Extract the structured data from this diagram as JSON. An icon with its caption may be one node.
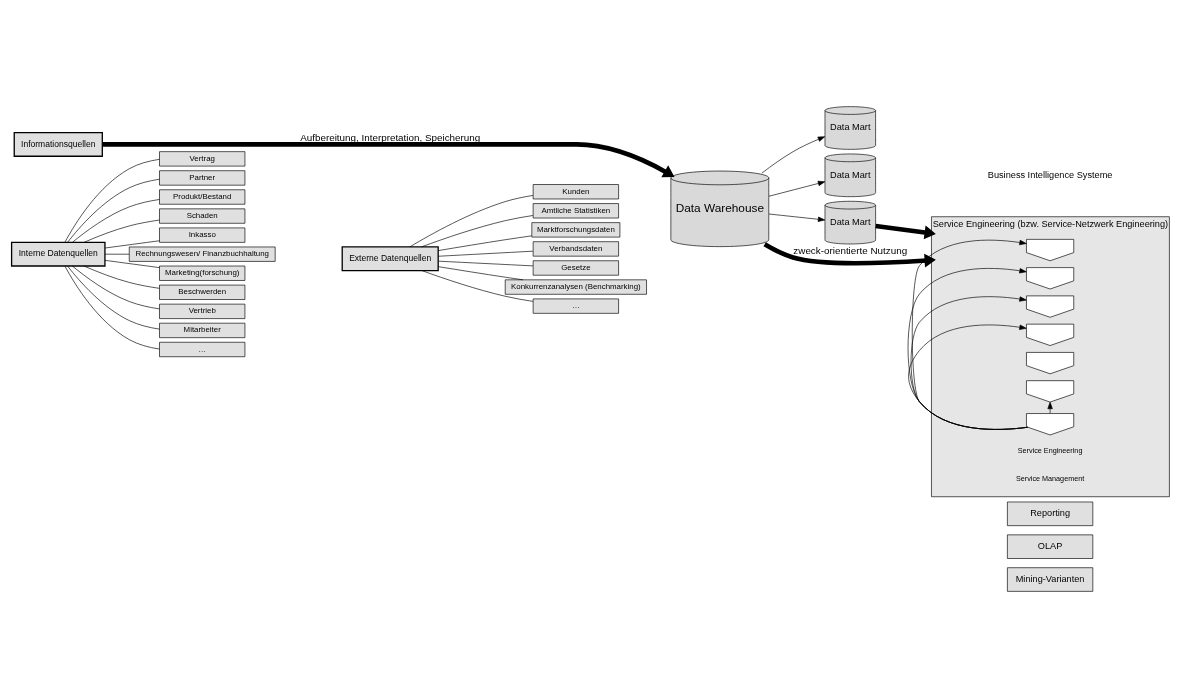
{
  "diagram": {
    "nodes": [
      {
        "text": [
          "Informationsquellen"
        ]
      },
      {
        "text": [
          "Interne Datenquellen"
        ]
      },
      {
        "text": [
          "Vertrag"
        ]
      },
      {
        "text": [
          "Partner"
        ]
      },
      {
        "text": [
          "Produkt/Bestand"
        ]
      },
      {
        "text": [
          "Schaden"
        ]
      },
      {
        "text": [
          "Inkasso"
        ]
      },
      {
        "text": [
          "Rechnungswesen/ Finanzbuchhaltung"
        ]
      },
      {
        "text": [
          "Marketing(forschung)"
        ]
      },
      {
        "text": [
          "Beschwerden"
        ]
      },
      {
        "text": [
          "Vertrieb"
        ]
      },
      {
        "text": [
          "Mitarbeiter"
        ]
      },
      {
        "text": [
          "…"
        ]
      },
      {
        "text": [
          "Externe Datenquellen"
        ]
      },
      {
        "text": [
          "Kunden"
        ]
      },
      {
        "text": [
          "Amtliche Statistiken"
        ]
      },
      {
        "text": [
          "Marktforschungsdaten"
        ]
      },
      {
        "text": [
          "Verbandsdaten"
        ]
      },
      {
        "text": [
          "Gesetze"
        ]
      },
      {
        "text": [
          "Konkurrenzanalysen (Benchmarking)"
        ]
      },
      {
        "text": [
          "…"
        ]
      },
      {
        "text": [
          "Data Warehouse"
        ]
      },
      {
        "text": [
          "Data Mart"
        ]
      },
      {
        "text": [
          "Data Mart"
        ]
      },
      {
        "text": [
          "Data Mart"
        ]
      },
      {
        "text": [
          "Reporting"
        ]
      },
      {
        "text": [
          "OLAP"
        ]
      },
      {
        "text": [
          "Mining-Varianten"
        ]
      },
      {
        "text": [
          "Service Engineering (bzw. Service-Netzwerk Engineering)"
        ]
      },
      {
        "text": [],
        "shape": "pentagon",
        "in": 28
      },
      {
        "text": [],
        "shape": "pentagon",
        "in": 28
      },
      {
        "text": [],
        "shape": "pentagon",
        "in": 28
      },
      {
        "text": [],
        "shape": "pentagon",
        "in": 28
      },
      {
        "text": [],
        "shape": "pentagon",
        "in": 28
      },
      {
        "text": [],
        "shape": "pentagon",
        "in": 28
      },
      {
        "text": [],
        "shape": "pentagon",
        "in": 28
      }
    ],
    "edges": [
      {
        "from": 1,
        "to": 2,
        "arrow": "none"
      },
      {
        "from": 1,
        "to": 3,
        "arrow": "none"
      },
      {
        "from": 1,
        "to": 4,
        "arrow": "none"
      },
      {
        "from": 1,
        "to": 5,
        "arrow": "none"
      },
      {
        "from": 1,
        "to": 6,
        "arrow": "none"
      },
      {
        "from": 1,
        "to": 7,
        "arrow": "none"
      },
      {
        "from": 1,
        "to": 8,
        "arrow": "none"
      },
      {
        "from": 1,
        "to": 9,
        "arrow": "none"
      },
      {
        "from": 1,
        "to": 10,
        "arrow": "none"
      },
      {
        "from": 1,
        "to": 11,
        "arrow": "none"
      },
      {
        "from": 1,
        "to": 12,
        "arrow": "none"
      },
      {
        "from": 13,
        "to": 14,
        "arrow": "none"
      },
      {
        "from": 13,
        "to": 15,
        "arrow": "none"
      },
      {
        "from": 13,
        "to": 16,
        "arrow": "none"
      },
      {
        "from": 13,
        "to": 17,
        "arrow": "none"
      },
      {
        "from": 13,
        "to": 18,
        "arrow": "none"
      },
      {
        "from": 13,
        "to": 19,
        "arrow": "none"
      },
      {
        "from": 13,
        "to": 20,
        "arrow": "none"
      },
      {
        "from": 0,
        "to": 21,
        "arrow": "to",
        "label": "Aufbereitung, Interpretation, Speicherung",
        "style": "thick"
      },
      {
        "from": 21,
        "to": 28,
        "arrow": "to",
        "label": "zweck-orientierte Nutzung",
        "style": "thick"
      },
      {
        "from": 21,
        "to": 22,
        "arrow": "to"
      },
      {
        "from": 21,
        "to": 23,
        "arrow": "to"
      },
      {
        "from": 21,
        "to": 24,
        "arrow": "to"
      },
      {
        "from": 24,
        "to": 28,
        "arrow": "to",
        "style": "thick"
      },
      {
        "from": 35,
        "to": 29,
        "arrow": "to"
      },
      {
        "from": 35,
        "to": 30,
        "arrow": "to"
      },
      {
        "from": 35,
        "to": 31,
        "arrow": "to"
      },
      {
        "from": 35,
        "to": 32,
        "arrow": "to"
      },
      {
        "from": 35,
        "to": 34,
        "arrow": "to"
      }
    ],
    "labels": [
      "Service Engineering",
      "Service Management",
      "Business Intelligence Systeme"
    ]
  }
}
